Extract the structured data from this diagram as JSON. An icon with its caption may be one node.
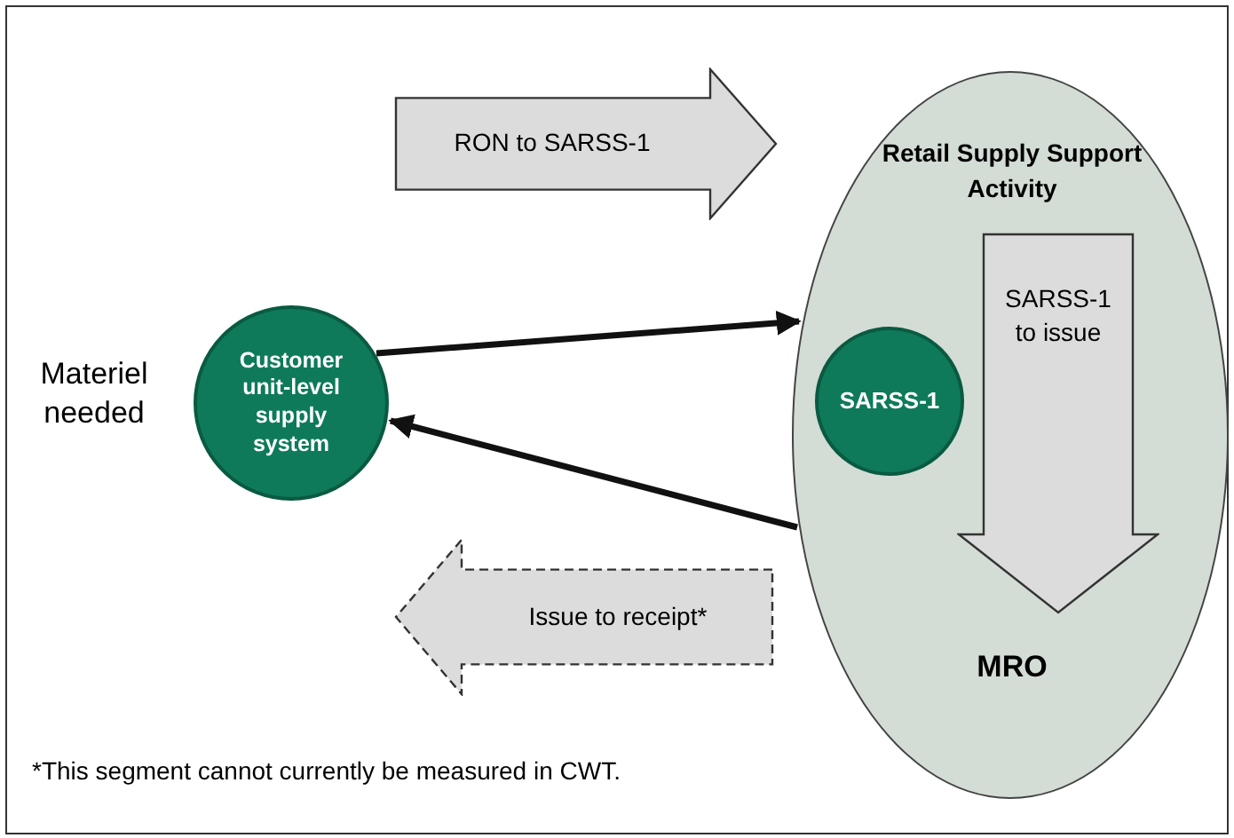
{
  "diagram": {
    "nodes": [
      {
        "text": [
          "Customer unit-level supply system"
        ],
        "beside": [
          "Materiel needed"
        ]
      },
      {
        "text": [
          "RON to SARSS-1"
        ]
      },
      {
        "text": [
          "Retail Supply Support Activity",
          "MRO"
        ]
      },
      {
        "text": [
          "SARSS-1"
        ],
        "in": 2
      },
      {
        "text": [
          "SARSS-1 to issue"
        ],
        "in": 2
      },
      {
        "text": [
          "Issue to receipt*"
        ]
      }
    ],
    "edges": [
      {
        "from": 0,
        "to": 2,
        "arrow": "to"
      },
      {
        "from": 2,
        "to": 0,
        "arrow": "to"
      }
    ],
    "labels": [
      "*This segment cannot currently be measured in CWT."
    ]
  }
}
